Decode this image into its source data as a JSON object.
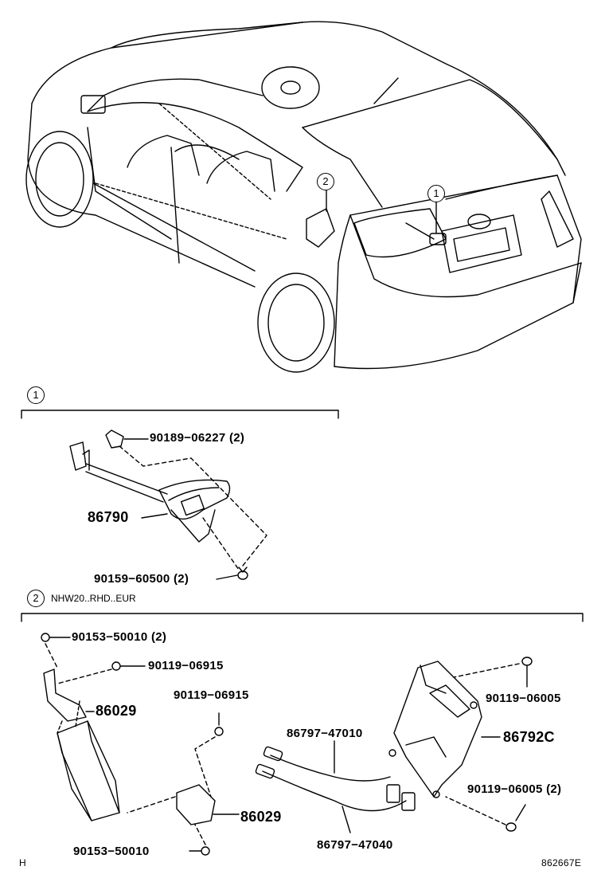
{
  "callouts": {
    "c1_car": "1",
    "c2_car": "2",
    "c1_section": "1",
    "c2_section": "2"
  },
  "section2_note": "NHW20..RHD..EUR",
  "parts": {
    "p90189": "90189−06227 (2)",
    "p86790": "86790",
    "p90159": "90159−60500 (2)",
    "p90153a": "90153−50010 (2)",
    "p90119a": "90119−06915",
    "p86029a": "86029",
    "p90119b": "90119−06915",
    "p86029b": "86029",
    "p90153b": "90153−50010",
    "p86797a": "86797−47010",
    "p86797b": "86797−47040",
    "p90119c": "90119−06005",
    "p86792C": "86792C",
    "p90119d": "90119−06005 (2)"
  },
  "footer": {
    "left": "H",
    "right": "862667E"
  }
}
